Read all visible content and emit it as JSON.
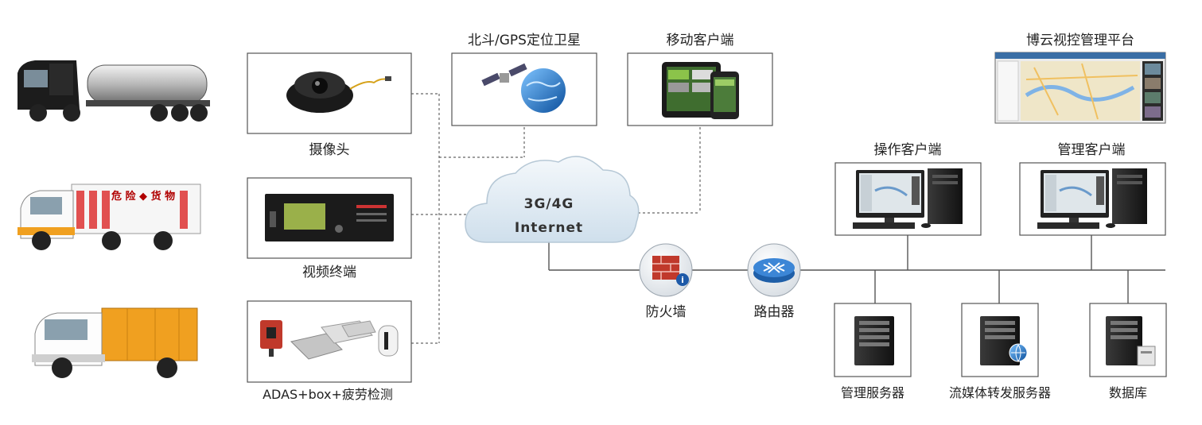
{
  "devices": {
    "camera": "摄像头",
    "video_terminal": "视频终端",
    "adas": "ADAS+box+疲劳检测"
  },
  "services": {
    "satellite": "北斗/GPS定位卫星",
    "mobile_client": "移动客户端",
    "platform": "博云视控管理平台"
  },
  "network": {
    "cloud_line1": "3G/4G",
    "cloud_line2": "Internet",
    "firewall": "防火墙",
    "router": "路由器"
  },
  "clients": {
    "operator": "操作客户端",
    "manager": "管理客户端"
  },
  "servers": {
    "management": "管理服务器",
    "streaming": "流媒体转发服务器",
    "database": "数据库"
  },
  "vehicle_marks": {
    "hazard_label": "危 险 ◆ 货 物"
  },
  "colors": {
    "box_border": "#555555",
    "line": "#555555",
    "cloud_fill": "#dfeaf3",
    "firewall_red": "#c0392b",
    "router_blue": "#2b6cb0",
    "truck_orange": "#f0a020"
  }
}
